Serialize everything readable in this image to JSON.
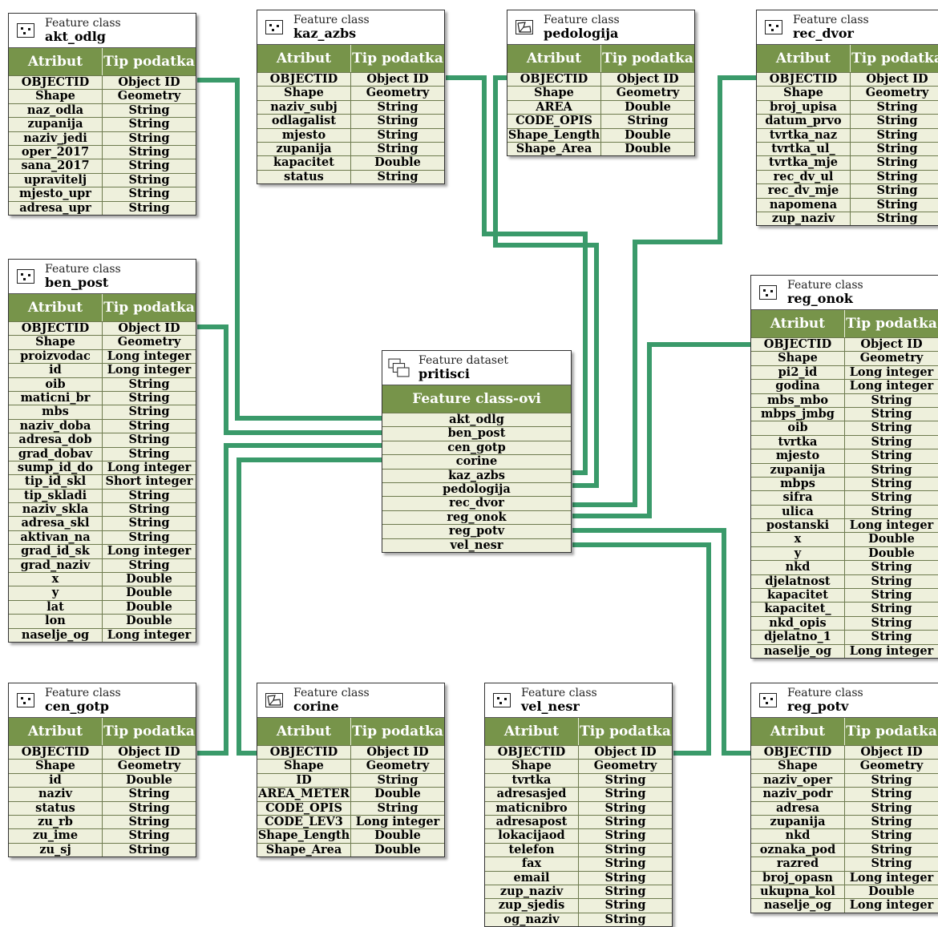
{
  "labels": {
    "feature_class": "Feature class",
    "feature_dataset": "Feature dataset",
    "atribut": "Atribut",
    "tip_podatka": "Tip podatka",
    "feature_classes": "Feature class-ovi"
  },
  "colors": {
    "connector": "#3a9a6a",
    "header_bg": "#77944a",
    "row_bg": "#eef0dc"
  },
  "dataset": {
    "name": "pritisci",
    "icon": "feature-dataset-icon",
    "classes": [
      "akt_odlg",
      "ben_post",
      "cen_gotp",
      "corine",
      "kaz_azbs",
      "pedologija",
      "rec_dvor",
      "reg_onok",
      "reg_potv",
      "vel_nesr"
    ]
  },
  "tables": {
    "akt_odlg": {
      "icon": "point-feature-icon",
      "rows": [
        [
          "OBJECTID",
          "Object ID"
        ],
        [
          "Shape",
          "Geometry"
        ],
        [
          "naz_odla",
          "String"
        ],
        [
          "zupanija",
          "String"
        ],
        [
          "naziv_jedi",
          "String"
        ],
        [
          "oper_2017",
          "String"
        ],
        [
          "sana_2017",
          "String"
        ],
        [
          "upravitelj",
          "String"
        ],
        [
          "mjesto_upr",
          "String"
        ],
        [
          "adresa_upr",
          "String"
        ]
      ]
    },
    "kaz_azbs": {
      "icon": "point-feature-icon",
      "rows": [
        [
          "OBJECTID",
          "Object ID"
        ],
        [
          "Shape",
          "Geometry"
        ],
        [
          "naziv_subj",
          "String"
        ],
        [
          "odlagalist",
          "String"
        ],
        [
          "mjesto",
          "String"
        ],
        [
          "zupanija",
          "String"
        ],
        [
          "kapacitet",
          "Double"
        ],
        [
          "status",
          "String"
        ]
      ]
    },
    "pedologija": {
      "icon": "polygon-feature-icon",
      "rows": [
        [
          "OBJECTID",
          "Object ID"
        ],
        [
          "Shape",
          "Geometry"
        ],
        [
          "AREA",
          "Double"
        ],
        [
          "CODE_OPIS",
          "String"
        ],
        [
          "Shape_Length",
          "Double"
        ],
        [
          "Shape_Area",
          "Double"
        ]
      ]
    },
    "rec_dvor": {
      "icon": "point-feature-icon",
      "rows": [
        [
          "OBJECTID",
          "Object ID"
        ],
        [
          "Shape",
          "Geometry"
        ],
        [
          "broj_upisa",
          "String"
        ],
        [
          "datum_prvo",
          "String"
        ],
        [
          "tvrtka_naz",
          "String"
        ],
        [
          "tvrtka_ul_",
          "String"
        ],
        [
          "tvrtka_mje",
          "String"
        ],
        [
          "rec_dv_ul",
          "String"
        ],
        [
          "rec_dv_mje",
          "String"
        ],
        [
          "napomena",
          "String"
        ],
        [
          "zup_naziv",
          "String"
        ]
      ]
    },
    "ben_post": {
      "icon": "point-feature-icon",
      "rows": [
        [
          "OBJECTID",
          "Object ID"
        ],
        [
          "Shape",
          "Geometry"
        ],
        [
          "proizvodac",
          "Long integer"
        ],
        [
          "id",
          "Long integer"
        ],
        [
          "oib",
          "String"
        ],
        [
          "maticni_br",
          "String"
        ],
        [
          "mbs",
          "String"
        ],
        [
          "naziv_doba",
          "String"
        ],
        [
          "adresa_dob",
          "String"
        ],
        [
          "grad_dobav",
          "String"
        ],
        [
          "sump_id_do",
          "Long integer"
        ],
        [
          "tip_id_skl",
          "Short integer"
        ],
        [
          "tip_skladi",
          "String"
        ],
        [
          "naziv_skla",
          "String"
        ],
        [
          "adresa_skl",
          "String"
        ],
        [
          "aktivan_na",
          "String"
        ],
        [
          "grad_id_sk",
          "Long integer"
        ],
        [
          "grad_naziv",
          "String"
        ],
        [
          "x",
          "Double"
        ],
        [
          "y",
          "Double"
        ],
        [
          "lat",
          "Double"
        ],
        [
          "lon",
          "Double"
        ],
        [
          "naselje_og",
          "Long integer"
        ]
      ]
    },
    "reg_onok": {
      "icon": "point-feature-icon",
      "rows": [
        [
          "OBJECTID",
          "Object ID"
        ],
        [
          "Shape",
          "Geometry"
        ],
        [
          "pi2_id",
          "Long integer"
        ],
        [
          "godina",
          "Long integer"
        ],
        [
          "mbs_mbo",
          "String"
        ],
        [
          "mbps_jmbg",
          "String"
        ],
        [
          "oib",
          "String"
        ],
        [
          "tvrtka",
          "String"
        ],
        [
          "mjesto",
          "String"
        ],
        [
          "zupanija",
          "String"
        ],
        [
          "mbps",
          "String"
        ],
        [
          "sifra",
          "String"
        ],
        [
          "ulica",
          "String"
        ],
        [
          "postanski",
          "Long integer"
        ],
        [
          "x",
          "Double"
        ],
        [
          "y",
          "Double"
        ],
        [
          "nkd",
          "String"
        ],
        [
          "djelatnost",
          "String"
        ],
        [
          "kapacitet",
          "String"
        ],
        [
          "kapacitet_",
          "String"
        ],
        [
          "nkd_opis",
          "String"
        ],
        [
          "djelatno_1",
          "String"
        ],
        [
          "naselje_og",
          "Long integer"
        ]
      ]
    },
    "cen_gotp": {
      "icon": "point-feature-icon",
      "rows": [
        [
          "OBJECTID",
          "Object ID"
        ],
        [
          "Shape",
          "Geometry"
        ],
        [
          "id",
          "Double"
        ],
        [
          "naziv",
          "String"
        ],
        [
          "status",
          "String"
        ],
        [
          "zu_rb",
          "String"
        ],
        [
          "zu_ime",
          "String"
        ],
        [
          "zu_sj",
          "String"
        ]
      ]
    },
    "corine": {
      "icon": "polygon-feature-icon",
      "rows": [
        [
          "OBJECTID",
          "Object ID"
        ],
        [
          "Shape",
          "Geometry"
        ],
        [
          "ID",
          "String"
        ],
        [
          "AREA_METER",
          "Double"
        ],
        [
          "CODE_OPIS",
          "String"
        ],
        [
          "CODE_LEV3",
          "Long integer"
        ],
        [
          "Shape_Length",
          "Double"
        ],
        [
          "Shape_Area",
          "Double"
        ]
      ]
    },
    "vel_nesr": {
      "icon": "point-feature-icon",
      "rows": [
        [
          "OBJECTID",
          "Object ID"
        ],
        [
          "Shape",
          "Geometry"
        ],
        [
          "tvrtka",
          "String"
        ],
        [
          "adresasjed",
          "String"
        ],
        [
          "maticnibro",
          "String"
        ],
        [
          "adresapost",
          "String"
        ],
        [
          "lokacijaod",
          "String"
        ],
        [
          "telefon",
          "String"
        ],
        [
          "fax",
          "String"
        ],
        [
          "email",
          "String"
        ],
        [
          "zup_naziv",
          "String"
        ],
        [
          "zup_sjedis",
          "String"
        ],
        [
          "og_naziv",
          "String"
        ]
      ]
    },
    "reg_potv": {
      "icon": "point-feature-icon",
      "rows": [
        [
          "OBJECTID",
          "Object ID"
        ],
        [
          "Shape",
          "Geometry"
        ],
        [
          "naziv_oper",
          "String"
        ],
        [
          "naziv_podr",
          "String"
        ],
        [
          "adresa",
          "String"
        ],
        [
          "zupanija",
          "String"
        ],
        [
          "nkd",
          "String"
        ],
        [
          "oznaka_pod",
          "String"
        ],
        [
          "razred",
          "String"
        ],
        [
          "broj_opasn",
          "Long integer"
        ],
        [
          "ukupna_kol",
          "Double"
        ],
        [
          "naselje_og",
          "Long integer"
        ]
      ]
    }
  }
}
